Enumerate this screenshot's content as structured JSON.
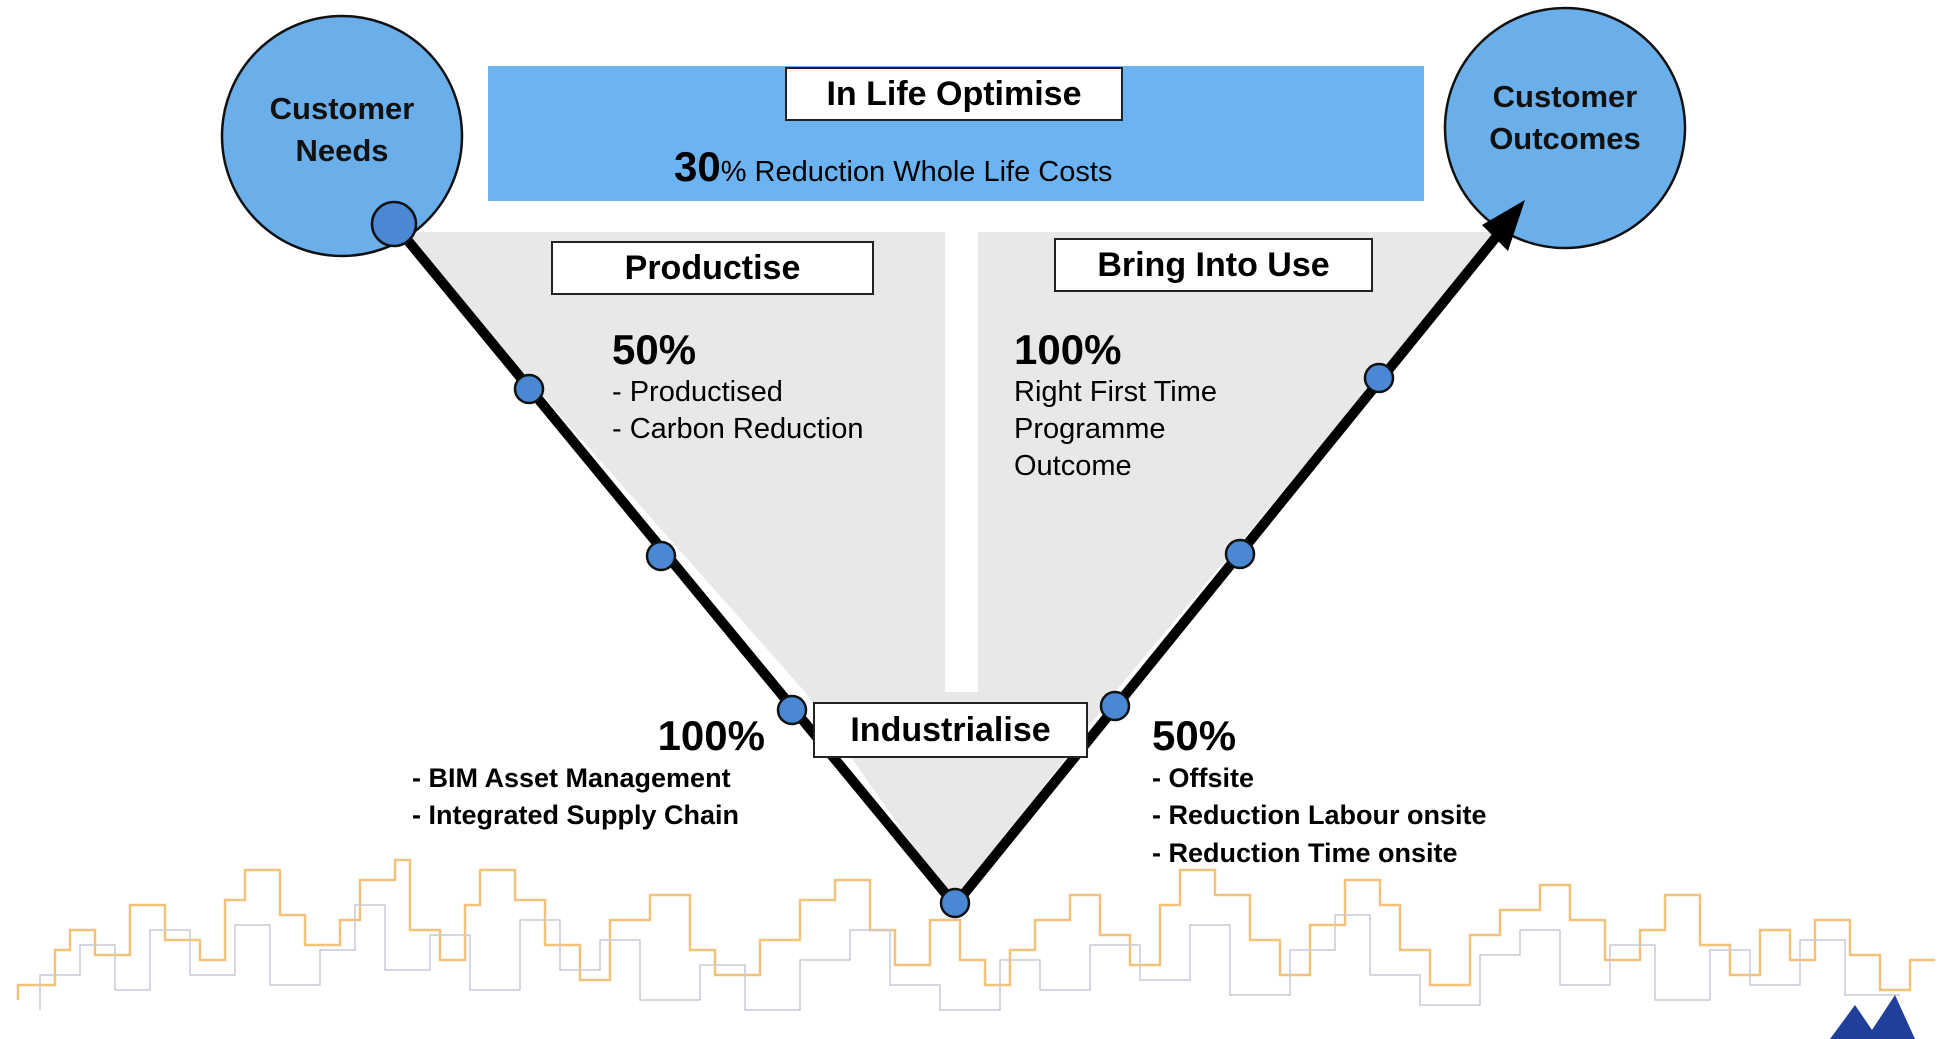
{
  "nodes": {
    "start": {
      "label_line1": "Customer",
      "label_line2": "Needs"
    },
    "end": {
      "label_line1": "Customer",
      "label_line2": "Outcomes"
    }
  },
  "optimise": {
    "title": "In Life Optimise",
    "value": "30",
    "text": "% Reduction Whole Life Costs"
  },
  "productise": {
    "title": "Productise",
    "value": "50%",
    "items": [
      "- Productised",
      "- Carbon Reduction"
    ]
  },
  "bring_into_use": {
    "title": "Bring Into Use",
    "value": "100%",
    "items": [
      "Right First Time",
      "Programme",
      "Outcome"
    ]
  },
  "industrialise": {
    "title": "Industrialise",
    "left_value": "100%",
    "left_items": [
      "- BIM Asset Management",
      "- Integrated Supply Chain"
    ],
    "right_value": "50%",
    "right_items": [
      "- Offsite",
      "- Reduction Labour onsite",
      "- Reduction Time onsite"
    ]
  },
  "colors": {
    "circle_fill": "#6aaeea",
    "optimise_band": "#6cb3f2",
    "dot_fill": "#4a88d4",
    "triangle_fill": "#e8e8e8",
    "path_stroke": "#000000",
    "skyline": "#f3c27a"
  }
}
